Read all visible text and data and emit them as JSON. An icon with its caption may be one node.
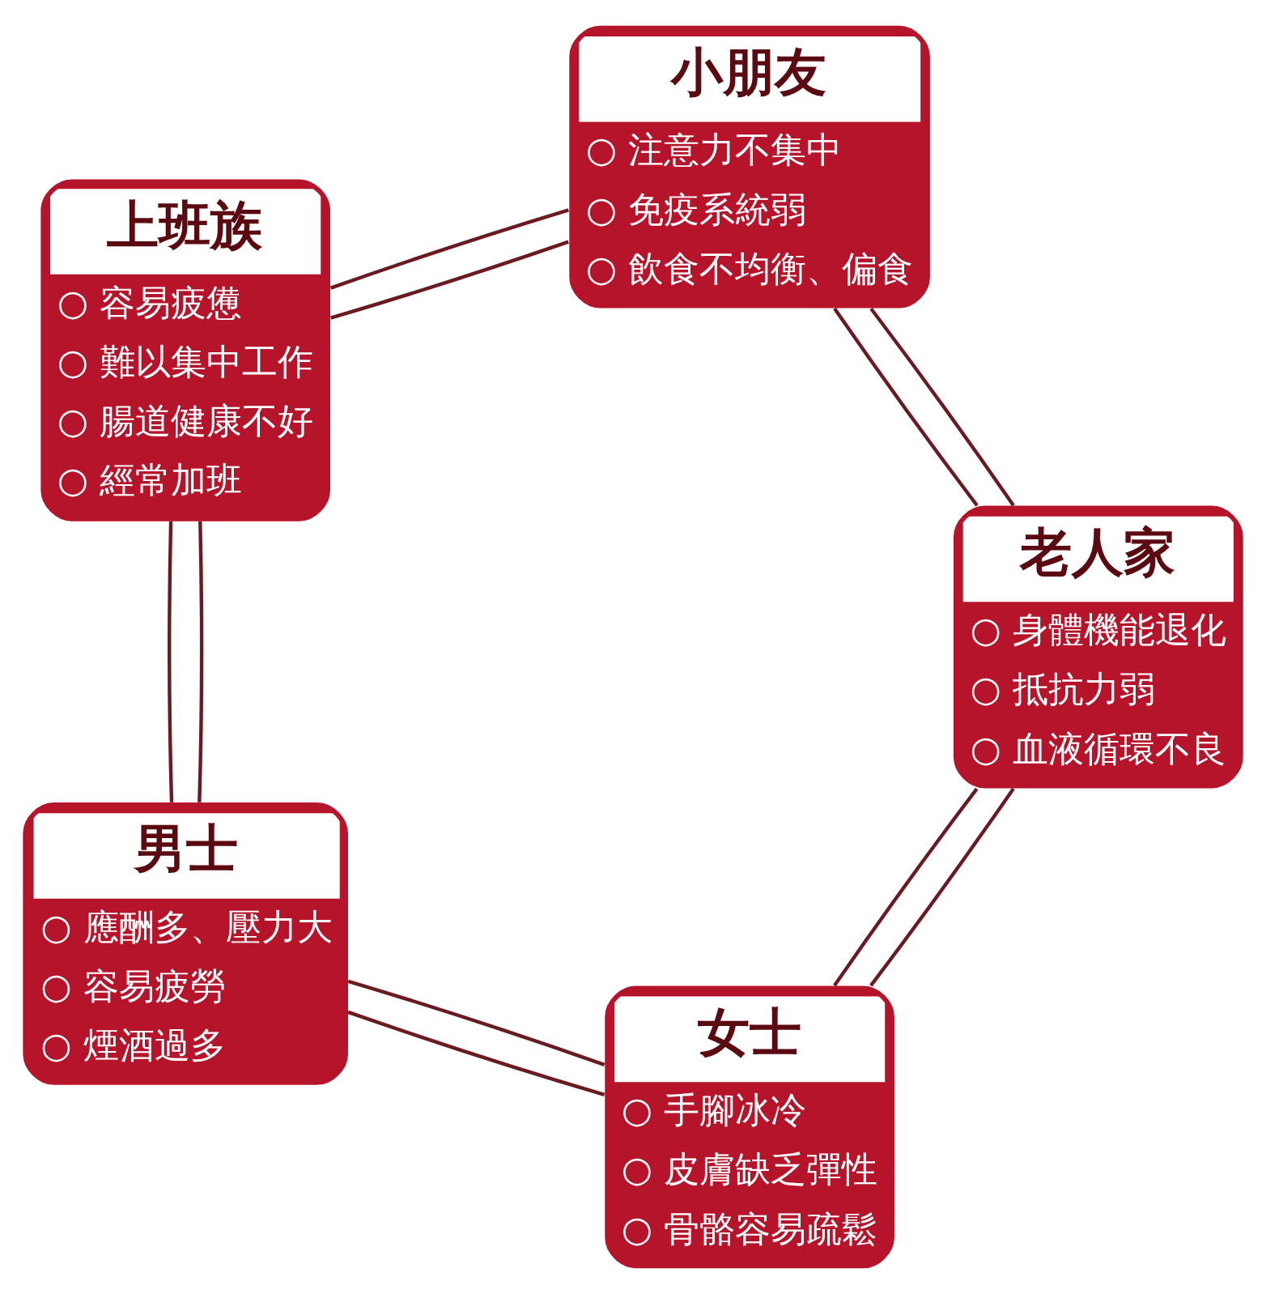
{
  "diagram": {
    "nodes": [
      {
        "text": [
          "女士",
          "○ 手腳冰冷",
          "○ 皮膚缺乏彈性",
          "○ 骨骼容易疏鬆"
        ]
      },
      {
        "text": [
          "老人家",
          "○ 身體機能退化",
          "○ 抵抗力弱",
          "○ 血液循環不良"
        ]
      },
      {
        "text": [
          "男士",
          "○ 應酬多、壓力大",
          "○ 容易疲勞",
          "○ 煙酒過多"
        ]
      },
      {
        "text": [
          "小朋友",
          "○ 注意力不集中",
          "○ 免疫系統弱",
          "○ 飲食不均衡、偏食"
        ]
      },
      {
        "text": [
          "上班族",
          "○ 容易疲憊",
          "○ 難以集中工作",
          "○ 腸道健康不好",
          "○ 經常加班"
        ]
      }
    ],
    "edges": [
      {
        "from": 0,
        "to": 2,
        "arrow": "none"
      },
      {
        "from": 0,
        "to": 2,
        "arrow": "none"
      },
      {
        "from": 2,
        "to": 4,
        "arrow": "none"
      },
      {
        "from": 2,
        "to": 4,
        "arrow": "none"
      },
      {
        "from": 4,
        "to": 3,
        "arrow": "none"
      },
      {
        "from": 4,
        "to": 3,
        "arrow": "none"
      },
      {
        "from": 3,
        "to": 1,
        "arrow": "none"
      },
      {
        "from": 3,
        "to": 1,
        "arrow": "none"
      },
      {
        "from": 1,
        "to": 0,
        "arrow": "none"
      },
      {
        "from": 1,
        "to": 0,
        "arrow": "none"
      }
    ]
  }
}
